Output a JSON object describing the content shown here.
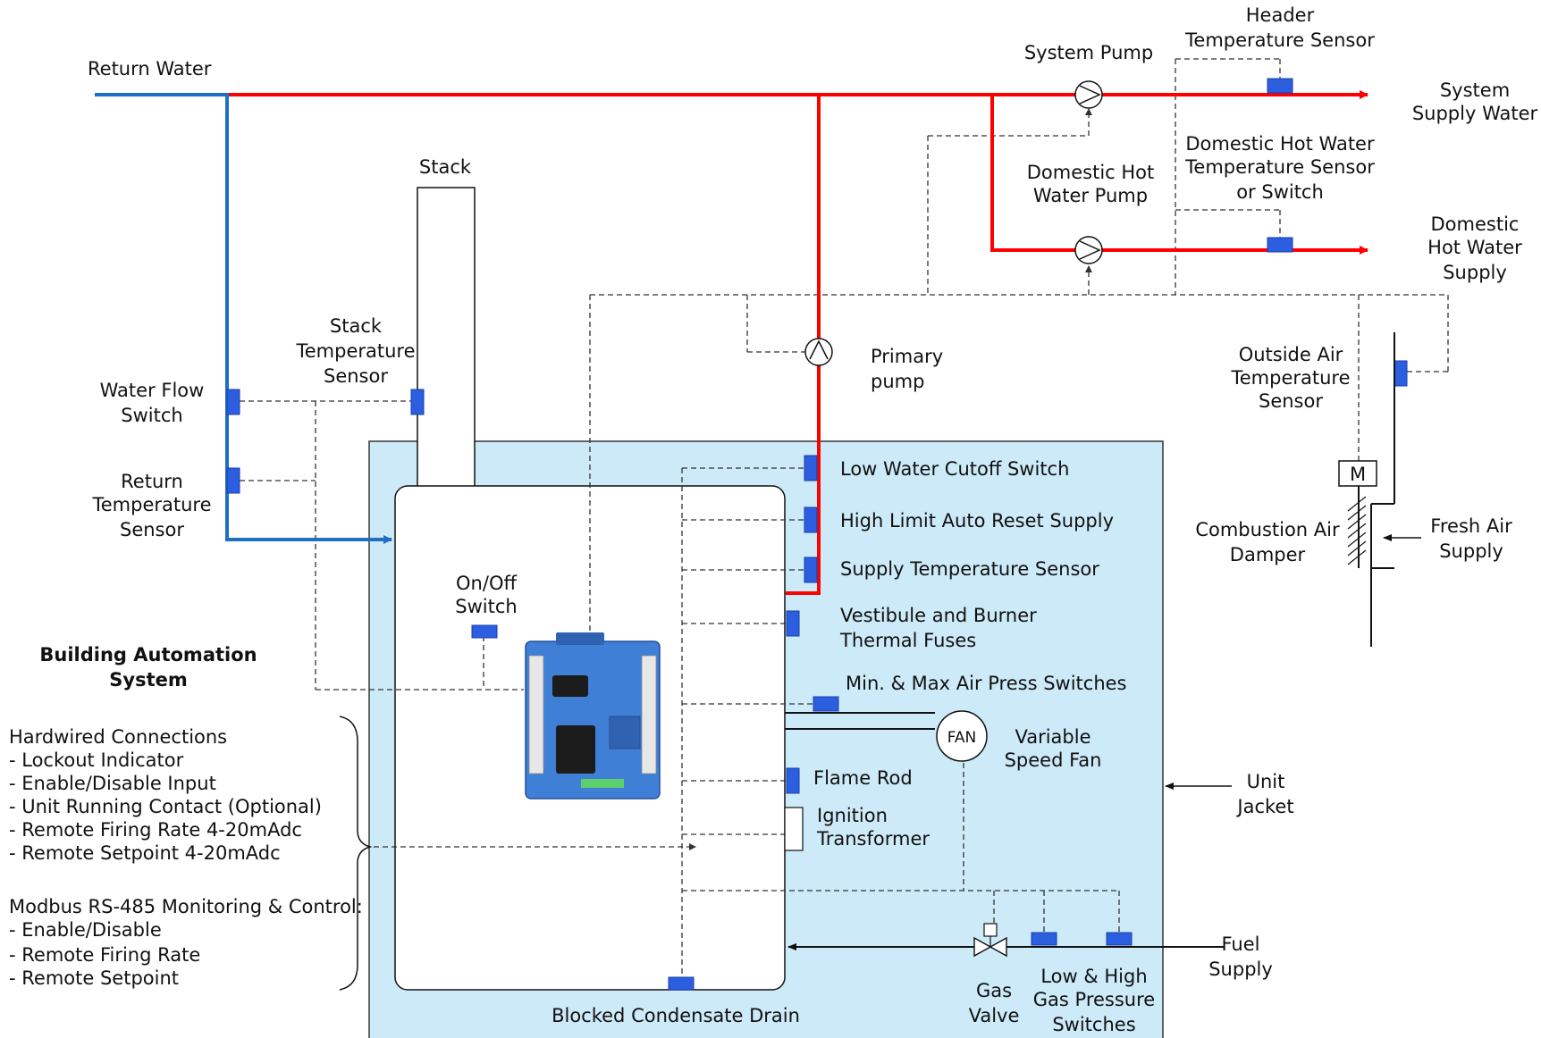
{
  "labels": {
    "return_water": "Return Water",
    "system_pump": "System Pump",
    "header_sensor_1": "Header",
    "header_sensor_2": "Temperature Sensor",
    "system_supply_1": "System",
    "system_supply_2": "Supply Water",
    "dhw_sensor_1": "Domestic Hot Water",
    "dhw_sensor_2": "Temperature Sensor",
    "dhw_sensor_3": "or  Switch",
    "dhw_pump_1": "Domestic Hot",
    "dhw_pump_2": "Water Pump",
    "dhw_supply_1": "Domestic",
    "dhw_supply_2": "Hot Water",
    "dhw_supply_3": "Supply",
    "stack": "Stack",
    "stack_sensor_1": "Stack",
    "stack_sensor_2": "Temperature",
    "stack_sensor_3": "Sensor",
    "primary_pump_1": "Primary",
    "primary_pump_2": "pump",
    "outside_air_1": "Outside Air",
    "outside_air_2": "Temperature",
    "outside_air_3": "Sensor",
    "water_flow_1": "Water Flow",
    "water_flow_2": "Switch",
    "return_temp_1": "Return",
    "return_temp_2": "Temperature",
    "return_temp_3": "Sensor",
    "low_water": "Low Water Cutoff Switch",
    "high_limit": "High Limit Auto Reset Supply",
    "supply_temp": "Supply Temperature Sensor",
    "vestibule_1": "Vestibule and Burner",
    "vestibule_2": "Thermal Fuses",
    "air_press": "Min. & Max Air Press Switches",
    "fan": "FAN",
    "vsf_1": "Variable",
    "vsf_2": "Speed Fan",
    "flame_rod": "Flame Rod",
    "ignition_1": "Ignition",
    "ignition_2": "Transformer",
    "onoff_1": "On/Off",
    "onoff_2": "Switch",
    "bas_1": "Building Automation",
    "bas_2": "System",
    "combustion_1": "Combustion Air",
    "combustion_2": "Damper",
    "motor": "M",
    "fresh_air_1": "Fresh Air",
    "fresh_air_2": "Supply",
    "unit_jacket_1": "Unit",
    "unit_jacket_2": "Jacket",
    "fuel_1": "Fuel",
    "fuel_2": "Supply",
    "gas_valve_1": "Gas",
    "gas_valve_2": "Valve",
    "gas_press_1": "Low & High",
    "gas_press_2": "Gas Pressure",
    "gas_press_3": "Switches",
    "condensate": "Blocked Condensate Drain"
  },
  "hardwired": {
    "title": "Hardwired Connections",
    "items": [
      "- Lockout Indicator",
      "- Enable/Disable Input",
      "- Unit Running Contact (Optional)",
      "- Remote Firing Rate 4-20mAdc",
      "- Remote Setpoint 4-20mAdc"
    ]
  },
  "modbus": {
    "title": "Modbus RS-485 Monitoring & Control:",
    "items": [
      "- Enable/Disable",
      "- Remote Firing Rate",
      "- Remote Setpoint"
    ]
  },
  "colors": {
    "supply_pipe": "#ff0000",
    "return_pipe": "#1f6fc5",
    "unit_fill": "#cdeaf8",
    "sensor": "#2c5fe0",
    "controller": "#3f7fd6"
  }
}
